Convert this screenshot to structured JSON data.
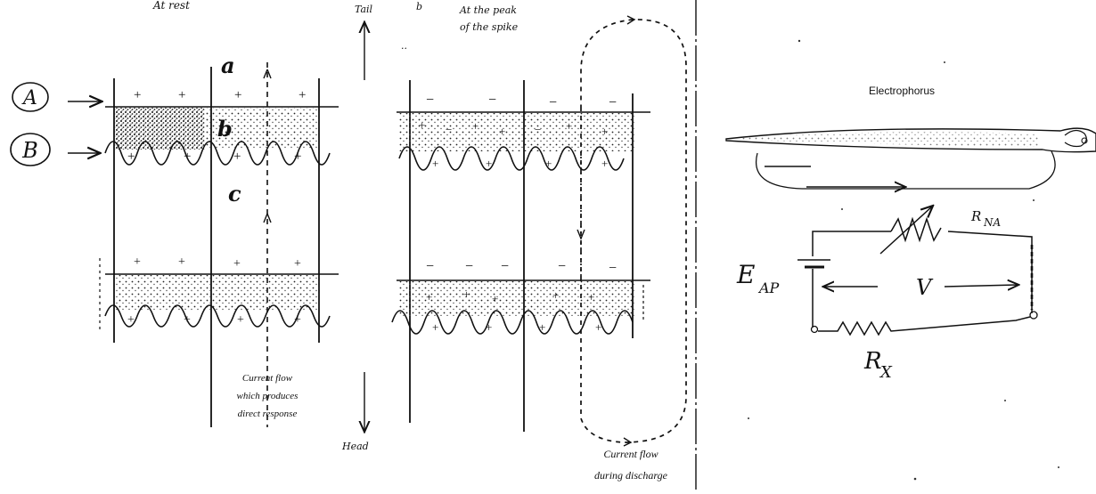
{
  "left_panel": {
    "title": "At rest",
    "label_a": "A",
    "label_b": "B",
    "mark_a": "a",
    "mark_b": "b",
    "mark_c": "c",
    "caption_line1": "Current flow",
    "caption_line2": "which produces",
    "caption_line3": "direct response"
  },
  "axis": {
    "tail": "Tail",
    "head": "Head"
  },
  "mid_panel": {
    "marker": "b",
    "title_line1": "At the peak",
    "title_line2": "of the spike",
    "caption_line1": "Current flow",
    "caption_line2": "during discharge"
  },
  "right_panel": {
    "title": "Electrophorus",
    "emf_label": "E",
    "emf_sub": "AP",
    "r_top_label": "R",
    "r_top_sub": "NA",
    "voltage_label": "V",
    "r_bottom_label": "R",
    "r_bottom_sub": "X"
  },
  "signs": {
    "plus": "+",
    "minus": "−"
  }
}
